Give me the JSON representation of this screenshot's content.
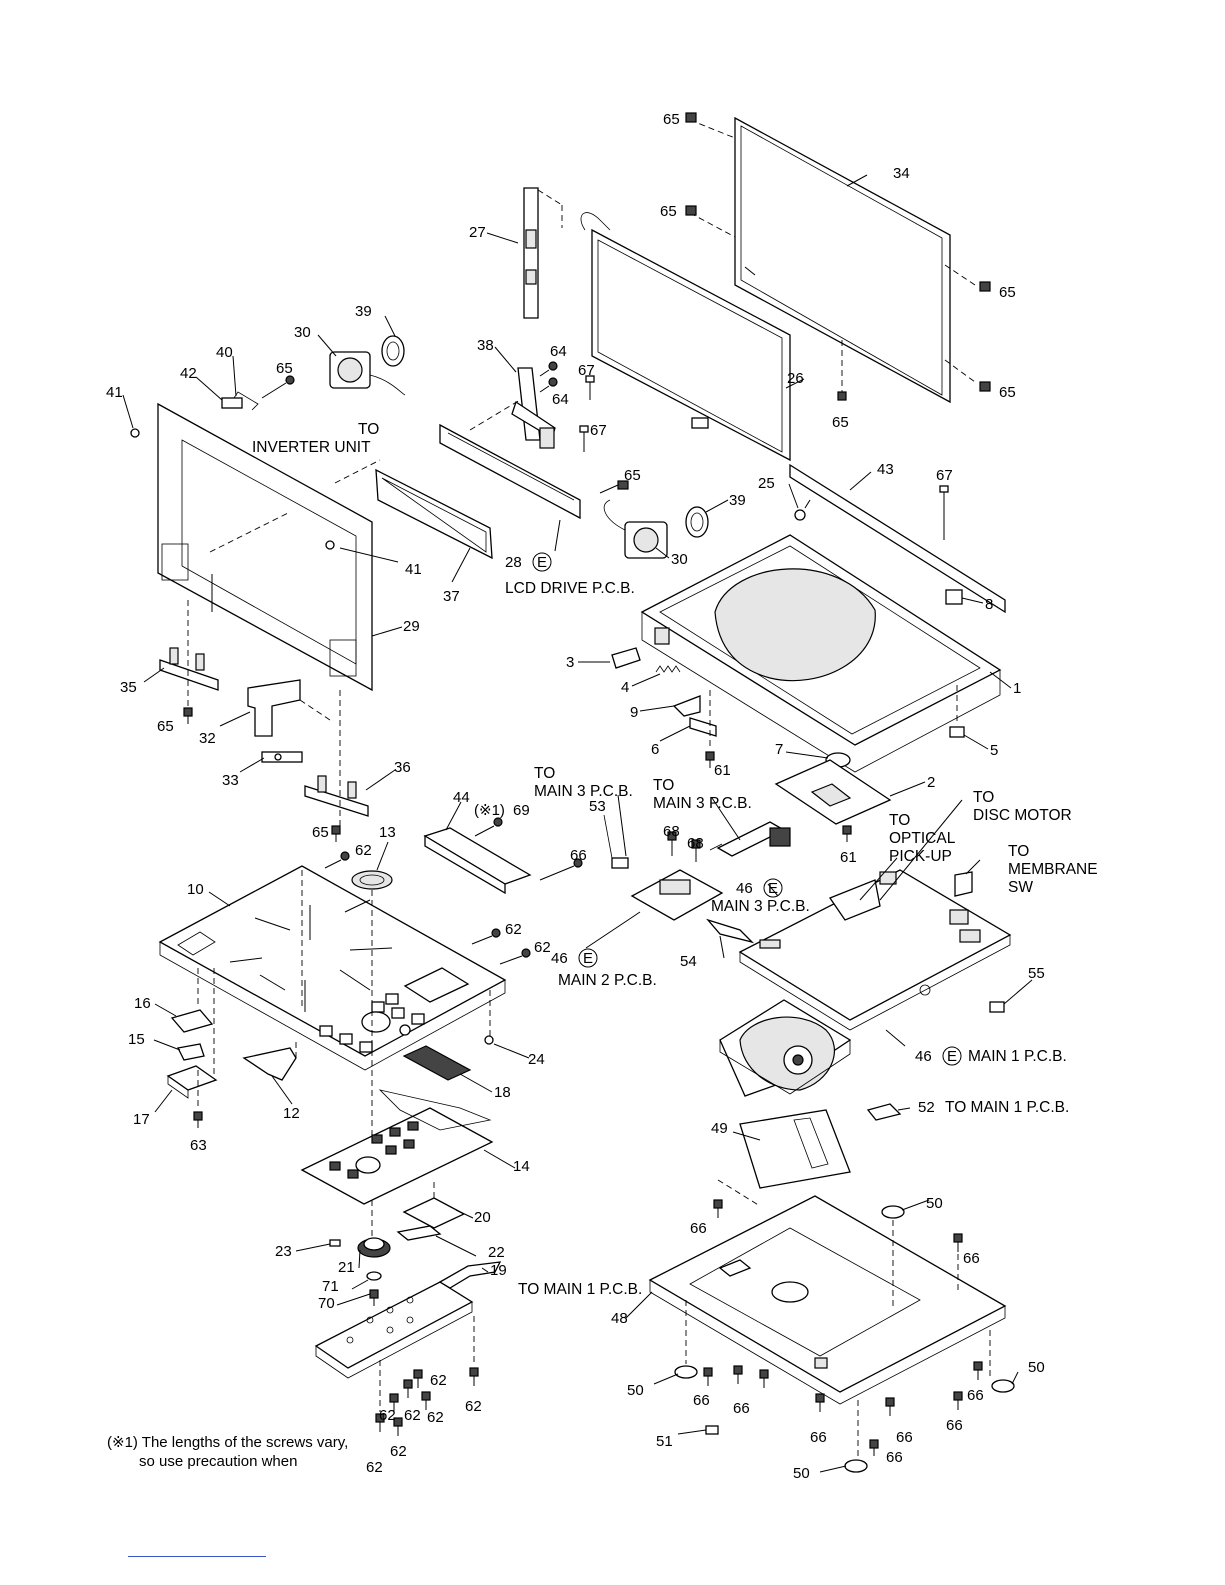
{
  "callouts": {
    "c1": "1",
    "c2": "2",
    "c3": "3",
    "c4": "4",
    "c5": "5",
    "c6": "6",
    "c7": "7",
    "c8": "8",
    "c9": "9",
    "c10": "10",
    "c12": "12",
    "c13": "13",
    "c14": "14",
    "c15": "15",
    "c16": "16",
    "c17": "17",
    "c18": "18",
    "c19": "19",
    "c20": "20",
    "c21": "21",
    "c22": "22",
    "c23": "23",
    "c24": "24",
    "c25": "25",
    "c26": "26",
    "c27": "27",
    "c28": "28",
    "c29": "29",
    "c30a": "30",
    "c30b": "30",
    "c32": "32",
    "c33": "33",
    "c34": "34",
    "c35": "35",
    "c36": "36",
    "c37": "37",
    "c38": "38",
    "c39a": "39",
    "c39b": "39",
    "c40": "40",
    "c41a": "41",
    "c41b": "41",
    "c42": "42",
    "c43": "43",
    "c44": "44",
    "c46a": "46",
    "c46b": "46",
    "c46c": "46",
    "c48": "48",
    "c49": "49",
    "c50a": "50",
    "c50b": "50",
    "c50c": "50",
    "c50d": "50",
    "c51": "51",
    "c52": "52",
    "c53": "53",
    "c54": "54",
    "c55": "55",
    "c61a": "61",
    "c61b": "61",
    "c62a": "62",
    "c62b": "62",
    "c62c": "62",
    "c62d": "62",
    "c62e": "62",
    "c62f": "62",
    "c62g": "62",
    "c62h": "62",
    "c62i": "62",
    "c62j": "62",
    "c63": "63",
    "c64a": "64",
    "c64b": "64",
    "c65a": "65",
    "c65b": "65",
    "c65c": "65",
    "c65d": "65",
    "c65e": "65",
    "c65f": "65",
    "c65g": "65",
    "c65h": "65",
    "c65i": "65",
    "c66a": "66",
    "c66b": "66",
    "c66c": "66",
    "c66d": "66",
    "c66e": "66",
    "c66f": "66",
    "c66g": "66",
    "c66h": "66",
    "c66i": "66",
    "c66j": "66",
    "c67a": "67",
    "c67b": "67",
    "c67c": "67",
    "c68a": "68",
    "c68b": "68",
    "c69": "69",
    "c70": "70",
    "c71": "71"
  },
  "marks": {
    "e": "E",
    "note_ref": "(※1)"
  },
  "labels": {
    "to": "TO",
    "inverter_unit": "INVERTER UNIT",
    "lcd_drive_pcb": "LCD DRIVE P.C.B.",
    "main3_pcb": "MAIN 3 P.C.B.",
    "main2_pcb": "MAIN 2 P.C.B.",
    "main1_pcb": "MAIN 1 P.C.B.",
    "to_main1_pcb": "TO MAIN 1 P.C.B.",
    "disc_motor": "DISC MOTOR",
    "optical": "OPTICAL",
    "pick_up": "PICK-UP",
    "membrane": "MEMBRANE",
    "sw": "SW"
  },
  "footnote": {
    "line1": "(※1) The lengths of the screws vary,",
    "line2": "so use precaution when"
  }
}
